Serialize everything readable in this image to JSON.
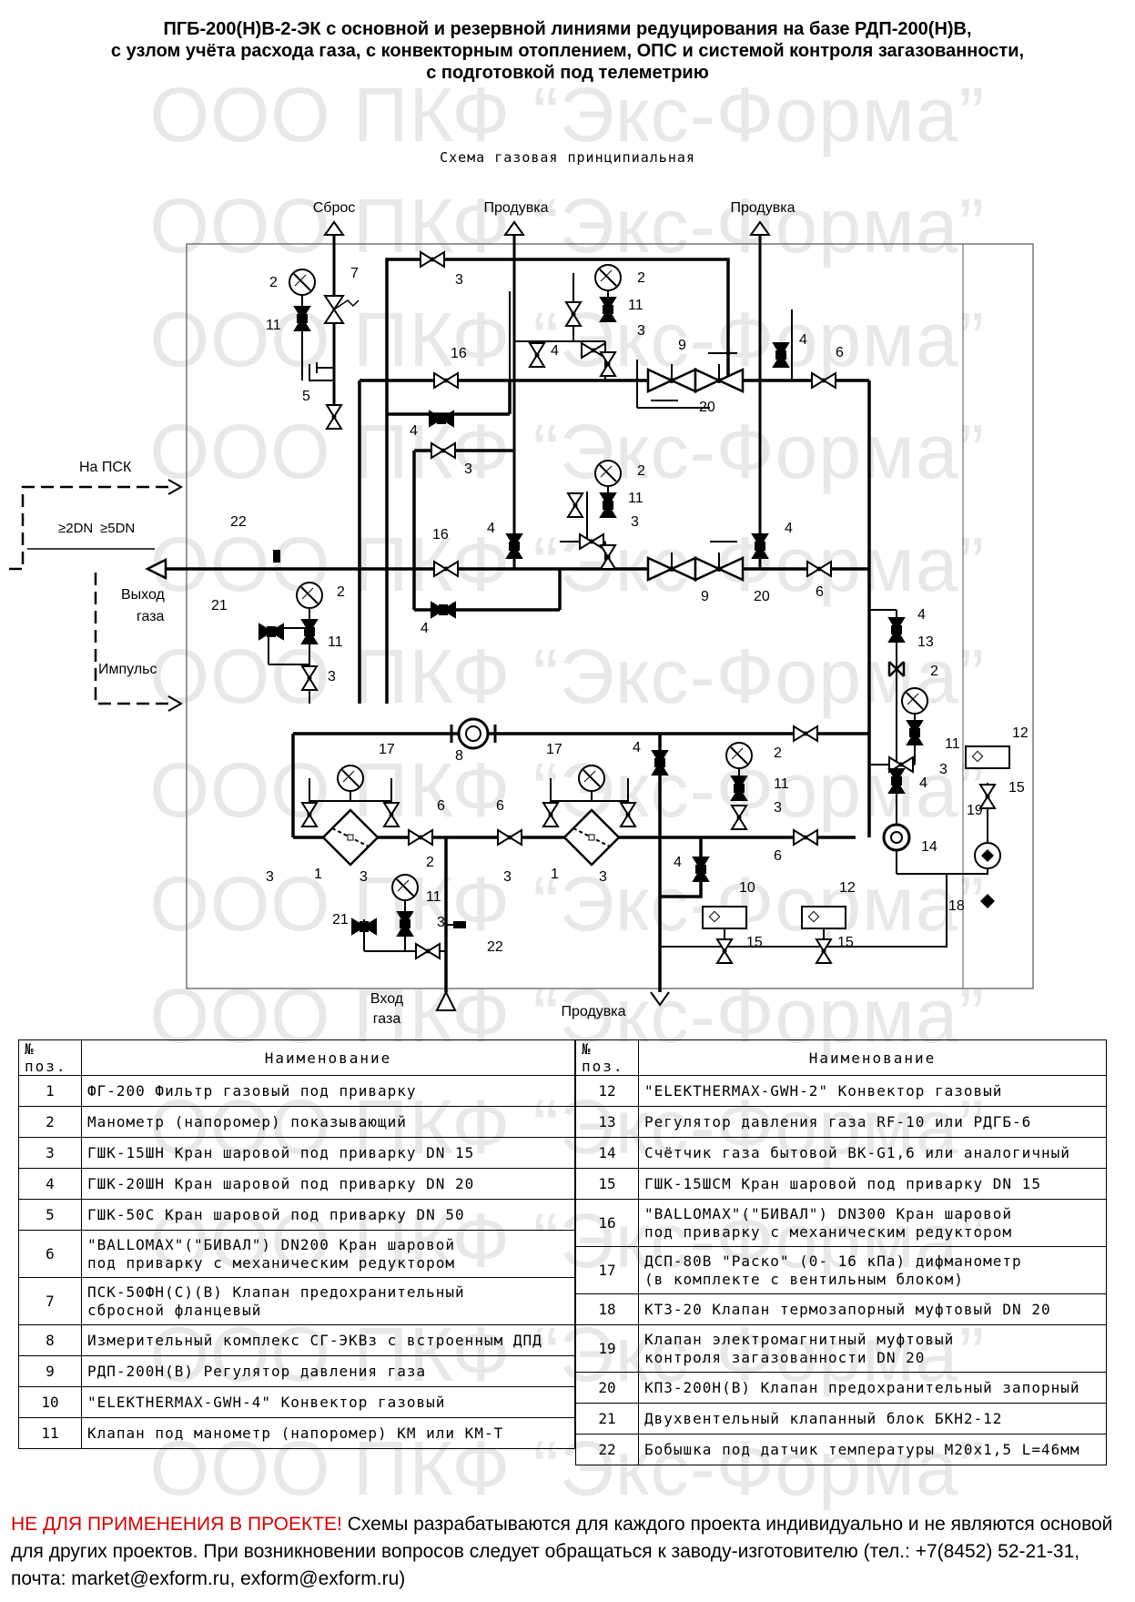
{
  "title_lines": [
    "ПГБ-200(Н)В-2-ЭК с основной и резервной линиями редуцирования на базе РДП-200(Н)В,",
    "с узлом учёта расхода газа, с конвекторным отоплением, ОПС и системой контроля загазованности,",
    "с подготовкой под телеметрию"
  ],
  "watermark": "ООО ПКФ “Экс-Форма”",
  "scheme_title": "Схема газовая принципиальная",
  "scheme_labels": {
    "sbros": "Сброс",
    "produvka": "Продувка",
    "na_psk": "На ПСК",
    "vyhod_1": "Выход",
    "vyhod_2": "газа",
    "impuls": "Импульс",
    "vhod_1": "Вход",
    "vhod_2": "газа",
    "dn2": "≥2DN",
    "dn5": "≥5DN"
  },
  "table_header": {
    "pos": "№ поз.",
    "name": "Наименование"
  },
  "spec_left": [
    {
      "pos": "1",
      "name": "ФГ-200 Фильтр газовый под приварку"
    },
    {
      "pos": "2",
      "name": "Манометр (напоромер) показывающий"
    },
    {
      "pos": "3",
      "name": "ГШК-15ШН Кран шаровой под приварку DN 15"
    },
    {
      "pos": "4",
      "name": "ГШК-20ШН Кран шаровой под приварку DN 20"
    },
    {
      "pos": "5",
      "name": "ГШК-50С Кран шаровой под приварку DN 50"
    },
    {
      "pos": "6",
      "name": "\"BALLOMAX\"(\"БИВАЛ\") DN200 Кран шаровой",
      "name2": "под приварку с механическим редуктором"
    },
    {
      "pos": "7",
      "name": "ПСК-50ФН(С)(В) Клапан предохранительный",
      "name2": "сбросной фланцевый"
    },
    {
      "pos": "8",
      "name": "Измерительный комплекс СГ-ЭКВз с встроенным ДПД"
    },
    {
      "pos": "9",
      "name": "РДП-200Н(В) Регулятор давления газа"
    },
    {
      "pos": "10",
      "name": "\"ELEKTHERMAX-GWH-4\" Конвектор газовый"
    },
    {
      "pos": "11",
      "name": "Клапан под манометр (напоромер) КМ или КМ-Т"
    }
  ],
  "spec_right": [
    {
      "pos": "12",
      "name": "\"ELEKTHERMAX-GWH-2\" Конвектор газовый"
    },
    {
      "pos": "13",
      "name": "Регулятор давления газа RF-10 или РДГБ-6"
    },
    {
      "pos": "14",
      "name": "Счётчик газа бытовой ВК-G1,6 или аналогичный"
    },
    {
      "pos": "15",
      "name": "ГШК-15ШСМ Кран шаровой под приварку DN 15"
    },
    {
      "pos": "16",
      "name": "\"BALLOMAX\"(\"БИВАЛ\") DN300 Кран шаровой",
      "name2": "под приварку с механическим редуктором"
    },
    {
      "pos": "17",
      "name": "ДСП-80В \"Раско\" (0- 16 кПа) дифманометр",
      "name2": "(в комплекте с вентильным блоком)"
    },
    {
      "pos": "18",
      "name": "КТЗ-20 Клапан термозапорный муфтовый DN 20"
    },
    {
      "pos": "19",
      "name": "Клапан электромагнитный муфтовый",
      "name2": "контроля загазованности DN 20"
    },
    {
      "pos": "20",
      "name": "КПЗ-200Н(В) Клапан предохранительный запорный"
    },
    {
      "pos": "21",
      "name": "Двухвентельный клапанный блок БКН2-12"
    },
    {
      "pos": "22",
      "name": "Бобышка под датчик температуры М20х1,5  L=46мм"
    }
  ],
  "note": {
    "warning": "НЕ ДЛЯ ПРИМЕНЕНИЯ В ПРОЕКТЕ!",
    "text": " Схемы разрабатываются для каждого проекта индивидуально и не являются основой для других проектов. При возникновении вопросов следует обращаться к заводу-изготовителю (тел.: +7(8452) 52-21-31, почта: market@exform.ru, exform@exform.ru)"
  },
  "colors": {
    "warning": "#d60000",
    "watermark": "#e8e8e8"
  }
}
